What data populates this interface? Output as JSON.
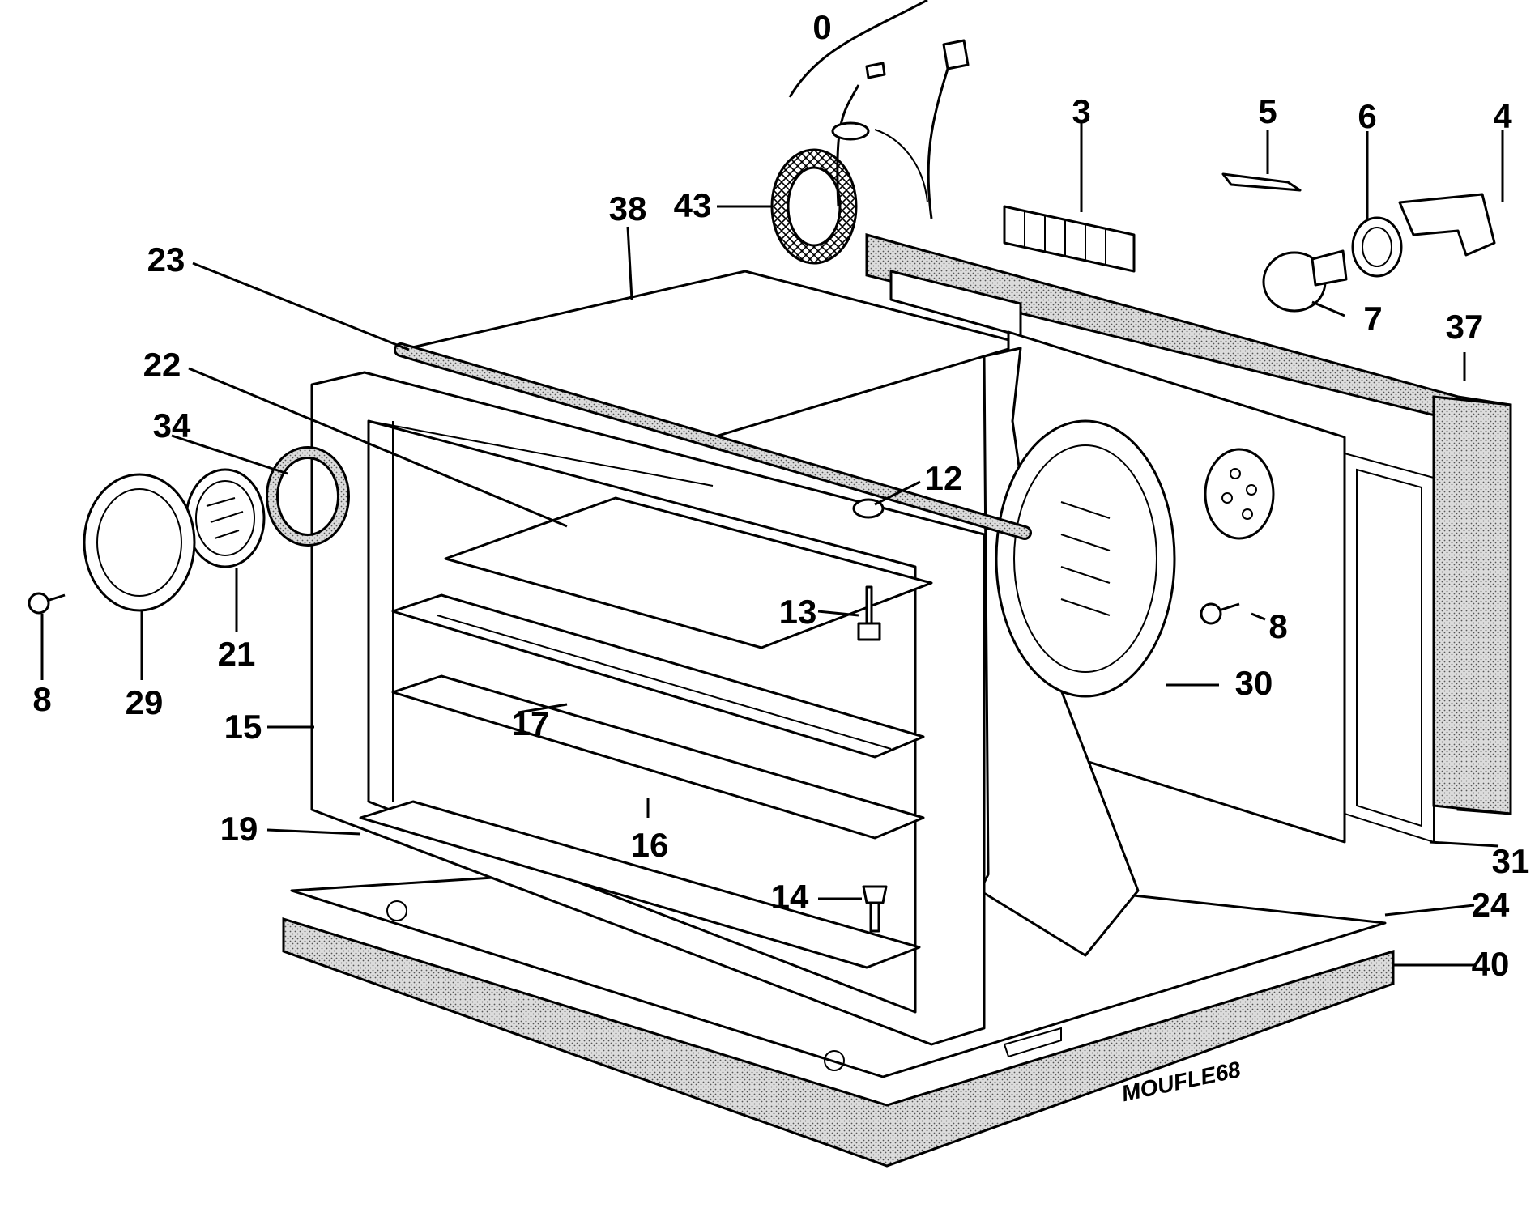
{
  "diagram": {
    "reference_code": "MOUFLE68",
    "labels": [
      "0",
      "3",
      "5",
      "6",
      "4",
      "43",
      "38",
      "23",
      "7",
      "37",
      "22",
      "34",
      "12",
      "8",
      "13",
      "8",
      "29",
      "21",
      "30",
      "17",
      "15",
      "19",
      "16",
      "31",
      "14",
      "24",
      "40"
    ]
  }
}
